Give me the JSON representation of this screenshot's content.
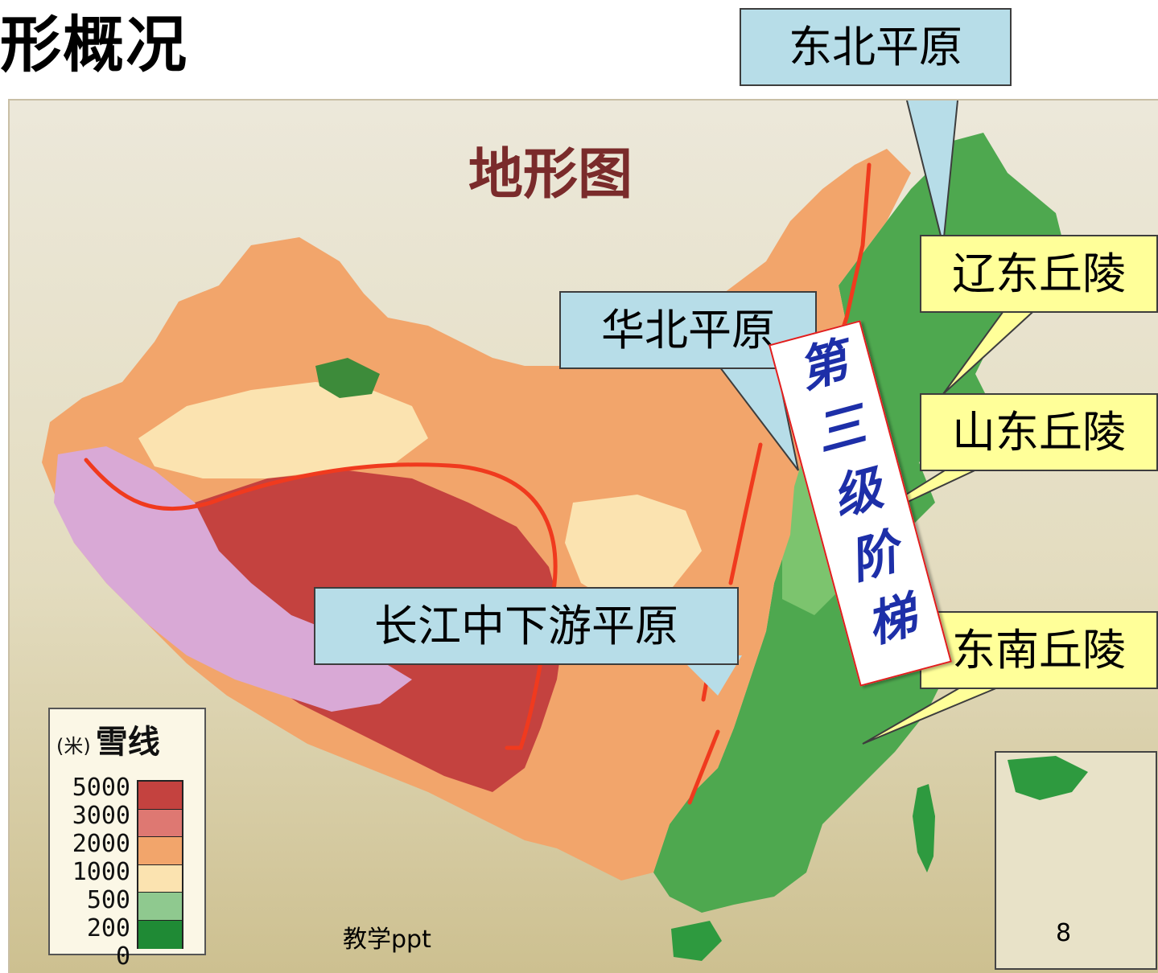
{
  "slide": {
    "title": "形概况",
    "watermark": "教学ppt",
    "page_number": "8"
  },
  "map": {
    "title": "地形图",
    "labels": {
      "northeast_plain": "东北平原",
      "north_china_plain": "华北平原",
      "yangtze_plain": "长江中下游平原",
      "liaodong_hills": "辽东丘陵",
      "shandong_hills": "山东丘陵",
      "southeast_hills": "东南丘陵",
      "third_step": [
        "第",
        "三",
        "级",
        "阶",
        "梯"
      ]
    },
    "legend": {
      "unit": "(米)",
      "snowline_label": "雪线",
      "values": [
        "5000",
        "3000",
        "2000",
        "1000",
        "500",
        "200",
        "0"
      ],
      "colors": [
        "#c4423f",
        "#de7872",
        "#f2a56b",
        "#fbe3b0",
        "#8fc98f",
        "#1f8a35"
      ]
    },
    "colors": {
      "callout_blue": "#b7dde8",
      "callout_yellow": "#ffff99",
      "boundary_red": "#f03a1e",
      "steps_text": "#1d2fa8",
      "plateau_purple": "#d9a9d6",
      "lowland_green": "#2e9a3f"
    }
  }
}
